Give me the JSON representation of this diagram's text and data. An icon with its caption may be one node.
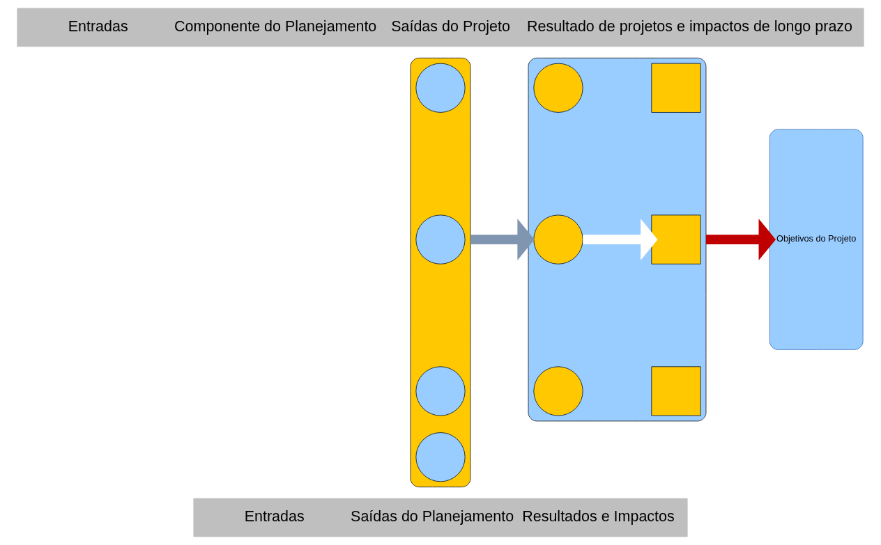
{
  "diagram": {
    "nodes": [
      {
        "text": [
          "Entradas",
          "Componente do Planejamento",
          "Saídas do Projeto",
          "Resultado de projetos e impactos de longo prazo"
        ]
      },
      {
        "text": [],
        "shape": "box"
      },
      {
        "text": [],
        "shape": "circle",
        "in": 1
      },
      {
        "text": [],
        "shape": "circle",
        "in": 1
      },
      {
        "text": [],
        "shape": "circle",
        "in": 1
      },
      {
        "text": [],
        "shape": "circle",
        "in": 1
      },
      {
        "text": [],
        "shape": "box"
      },
      {
        "text": [],
        "shape": "circle",
        "in": 6
      },
      {
        "text": [],
        "shape": "circle",
        "in": 6
      },
      {
        "text": [],
        "shape": "circle",
        "in": 6
      },
      {
        "text": [],
        "shape": "box",
        "in": 6
      },
      {
        "text": [],
        "shape": "box",
        "in": 6
      },
      {
        "text": [],
        "shape": "box",
        "in": 6
      },
      {
        "text": [
          "Objetivos do Projeto"
        ]
      },
      {
        "text": [
          "Entradas",
          "Saídas do Planejamento",
          "Resultados e Impactos"
        ]
      }
    ],
    "edges": [
      {
        "from": 1,
        "to": 6,
        "arrow": "to",
        "color": "#8096b0"
      },
      {
        "from": 8,
        "to": 11,
        "arrow": "to",
        "color": "#ffffff"
      },
      {
        "from": 6,
        "to": 13,
        "arrow": "to",
        "color": "#c00000"
      }
    ]
  }
}
